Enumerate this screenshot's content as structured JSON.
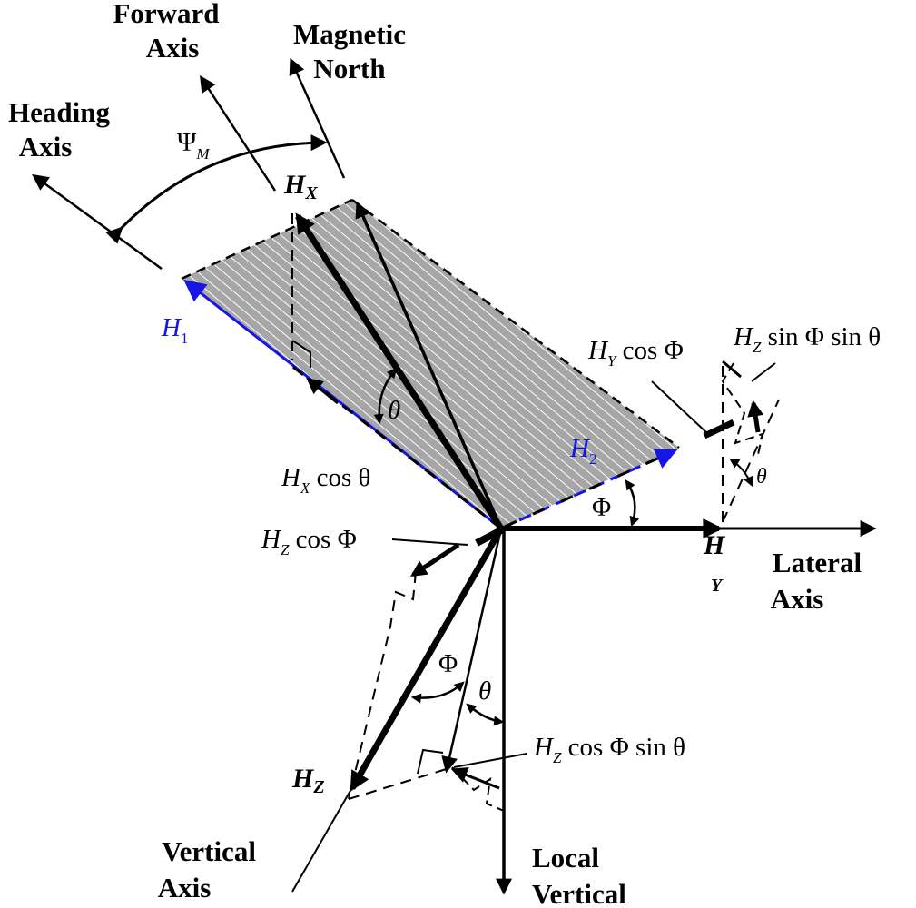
{
  "axes": {
    "forward": [
      "Forward",
      "Axis"
    ],
    "magnetic_north": [
      "Magnetic",
      "North"
    ],
    "heading": [
      "Heading",
      "Axis"
    ],
    "lateral": [
      "Lateral",
      "Axis"
    ],
    "vertical": [
      "Vertical",
      "Axis"
    ],
    "local_vertical": [
      "Local",
      "Vertical"
    ]
  },
  "symbols": {
    "psi": "Ψ",
    "psi_sub": "M",
    "hx": "H",
    "hx_sub": "X",
    "hz": "H",
    "hz_sub": "Z",
    "hy": "H",
    "hy_sub": "Y",
    "h1": "H",
    "h1_sub": "1",
    "h2": "H",
    "h2_sub": "2",
    "theta": "θ",
    "phi": "Φ"
  },
  "expressions": {
    "hy_cos_phi": {
      "base": "H",
      "sub": "Y",
      "rest": " cos Φ"
    },
    "hz_sin_phi_sin_theta": {
      "base": "H",
      "sub": "Z",
      "rest": " sin Φ sin θ"
    },
    "hx_cos_theta": {
      "base": "H",
      "sub": "X",
      "rest": " cos θ"
    },
    "hz_cos_phi": {
      "base": "H",
      "sub": "Z",
      "rest": " cos Φ"
    },
    "hz_cos_phi_sin_theta": {
      "base": "H",
      "sub": "Z",
      "rest": " cos Φ sin θ"
    }
  },
  "colors": {
    "ink": "#000000",
    "blue": "#1515e6",
    "plane_fill": "#a6a6a6",
    "hatch": "#ffffff"
  }
}
